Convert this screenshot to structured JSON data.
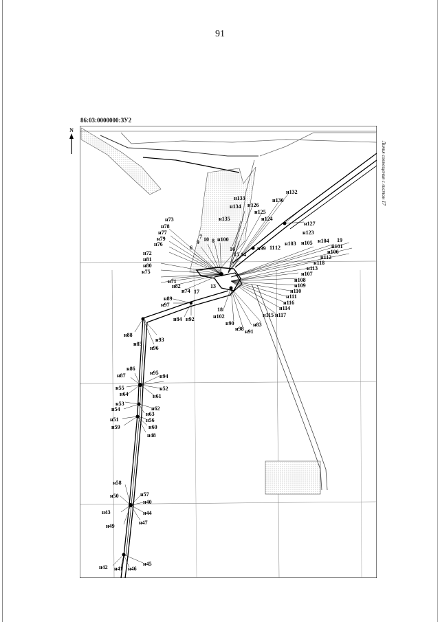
{
  "page_number": "91",
  "parcel_id": "86:03:0000000:ЗУ2",
  "north_arrow": "N",
  "side_note": "Линия совмещения с листом 17",
  "map": {
    "point_labels": {
      "p132": "н132",
      "p133": "н133",
      "p136": "н136",
      "p134": "н134",
      "p126": "н126",
      "p125": "н125",
      "p135": "н135",
      "p124": "н124",
      "p127": "н127",
      "p123": "н123",
      "p73": "н73",
      "p78": "н78",
      "p77": "н77",
      "p79": "н79",
      "p76": "н76",
      "p72": "н72",
      "p81": "н81",
      "p80": "н80",
      "p75": "н75",
      "p71": "н71",
      "p82": "н82",
      "p74": "н74",
      "p89": "н89",
      "p97": "н97",
      "p84": "н84",
      "p92": "н92",
      "p88": "н88",
      "p85": "н85",
      "p93": "н93",
      "p96": "н96",
      "p86": "н86",
      "p87": "н87",
      "p55": "н55",
      "p64": "н64",
      "p95": "н95",
      "p94": "н94",
      "p52": "н52",
      "p61": "н61",
      "p53": "н53",
      "p54": "н54",
      "p62": "н62",
      "p63": "н63",
      "p51": "н51",
      "p59": "н59",
      "p56": "н56",
      "p60": "н60",
      "p48": "н48",
      "p58": "н58",
      "p50": "н50",
      "p57": "н57",
      "p40": "н40",
      "p43": "н43",
      "p44": "н44",
      "p49": "н49",
      "p47": "н47",
      "p42": "н42",
      "p41": "н41",
      "p46": "н46",
      "p45": "н45",
      "p100": "н100",
      "p99": "н99",
      "p103": "н103",
      "p105": "н105",
      "p104": "н104",
      "p101": "н101",
      "p106": "н106",
      "p112": "н112",
      "p118": "н118",
      "p107": "н107",
      "p113": "н113",
      "p108": "н108",
      "p109": "н109",
      "p110": "н110",
      "p111": "н111",
      "p116": "н116",
      "p114": "н114",
      "p117": "н117",
      "p115": "н115",
      "p83": "н83",
      "p91": "н91",
      "p98": "н98",
      "p90": "н90",
      "p102": "н102",
      "n6": "6",
      "n7": "7",
      "n10": "10",
      "n8": "8",
      "n9": "9",
      "n16": "16",
      "n15": "15",
      "n14": "14",
      "n11": "11",
      "n12": "12",
      "n19": "19",
      "n13": "13",
      "n17": "17",
      "n18": "18"
    }
  }
}
